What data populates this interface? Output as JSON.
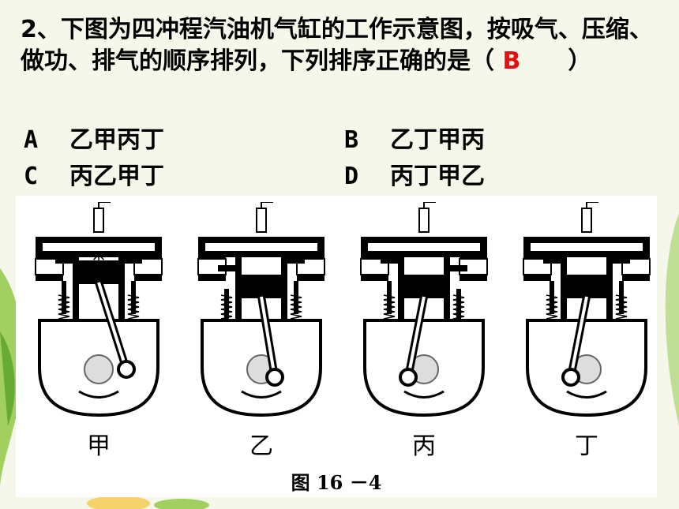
{
  "question": {
    "text_before": "2、下图为四冲程汽油机气缸的工作示意图，按吸气、压缩、做功、排气的顺序排列，下列排序正确的是（ ",
    "answer": "B",
    "text_after": "　　）"
  },
  "options": [
    {
      "letter": "A",
      "text": "乙甲丙丁"
    },
    {
      "letter": "B",
      "text": "乙丁甲丙"
    },
    {
      "letter": "C",
      "text": "丙乙甲丁"
    },
    {
      "letter": "D",
      "text": "丙丁甲乙"
    }
  ],
  "figure": {
    "engines": [
      {
        "label": "甲",
        "stroke": "power",
        "intake_valve": "closed",
        "exhaust_valve": "closed",
        "piston": "top",
        "spark": true
      },
      {
        "label": "乙",
        "stroke": "intake",
        "intake_valve": "open",
        "exhaust_valve": "closed",
        "piston": "bottom",
        "spark": false
      },
      {
        "label": "丙",
        "stroke": "exhaust",
        "intake_valve": "closed",
        "exhaust_valve": "open",
        "piston": "bottom",
        "spark": false
      },
      {
        "label": "丁",
        "stroke": "compression",
        "intake_valve": "closed",
        "exhaust_valve": "closed",
        "piston": "bottom",
        "spark": false
      }
    ],
    "caption": "图 16 －4"
  },
  "colors": {
    "answer": "#e01010",
    "background": "#f4f7ea"
  }
}
